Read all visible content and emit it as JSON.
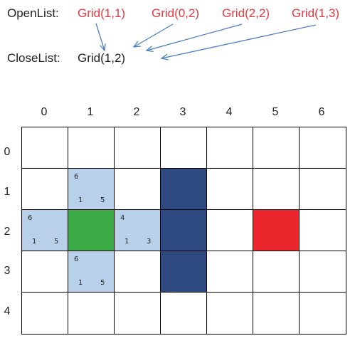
{
  "open_list": {
    "label": "OpenList:",
    "items": [
      "Grid(1,1)",
      "Grid(0,2)",
      "Grid(2,2)",
      "Grid(1,3)"
    ]
  },
  "close_list": {
    "label": "CloseList:",
    "items": [
      "Grid(1,2)"
    ]
  },
  "grid": {
    "columns": [
      "0",
      "1",
      "2",
      "3",
      "4",
      "5",
      "6"
    ],
    "rows": [
      "0",
      "1",
      "2",
      "3",
      "4"
    ],
    "colors": {
      "open": "#b9d0ea",
      "current": "#3daa48",
      "wall": "#2f4a80",
      "target": "#ea252c",
      "empty": "#ffffff"
    },
    "cells": [
      {
        "col": 1,
        "row": 1,
        "kind": "open",
        "f": "6",
        "g": "1",
        "h": "5"
      },
      {
        "col": 0,
        "row": 2,
        "kind": "open",
        "f": "6",
        "g": "1",
        "h": "5"
      },
      {
        "col": 1,
        "row": 2,
        "kind": "current"
      },
      {
        "col": 2,
        "row": 2,
        "kind": "open",
        "f": "4",
        "g": "1",
        "h": "3"
      },
      {
        "col": 1,
        "row": 3,
        "kind": "open",
        "f": "6",
        "g": "1",
        "h": "5"
      },
      {
        "col": 3,
        "row": 1,
        "kind": "wall"
      },
      {
        "col": 3,
        "row": 2,
        "kind": "wall"
      },
      {
        "col": 3,
        "row": 3,
        "kind": "wall"
      },
      {
        "col": 5,
        "row": 2,
        "kind": "target"
      }
    ]
  }
}
